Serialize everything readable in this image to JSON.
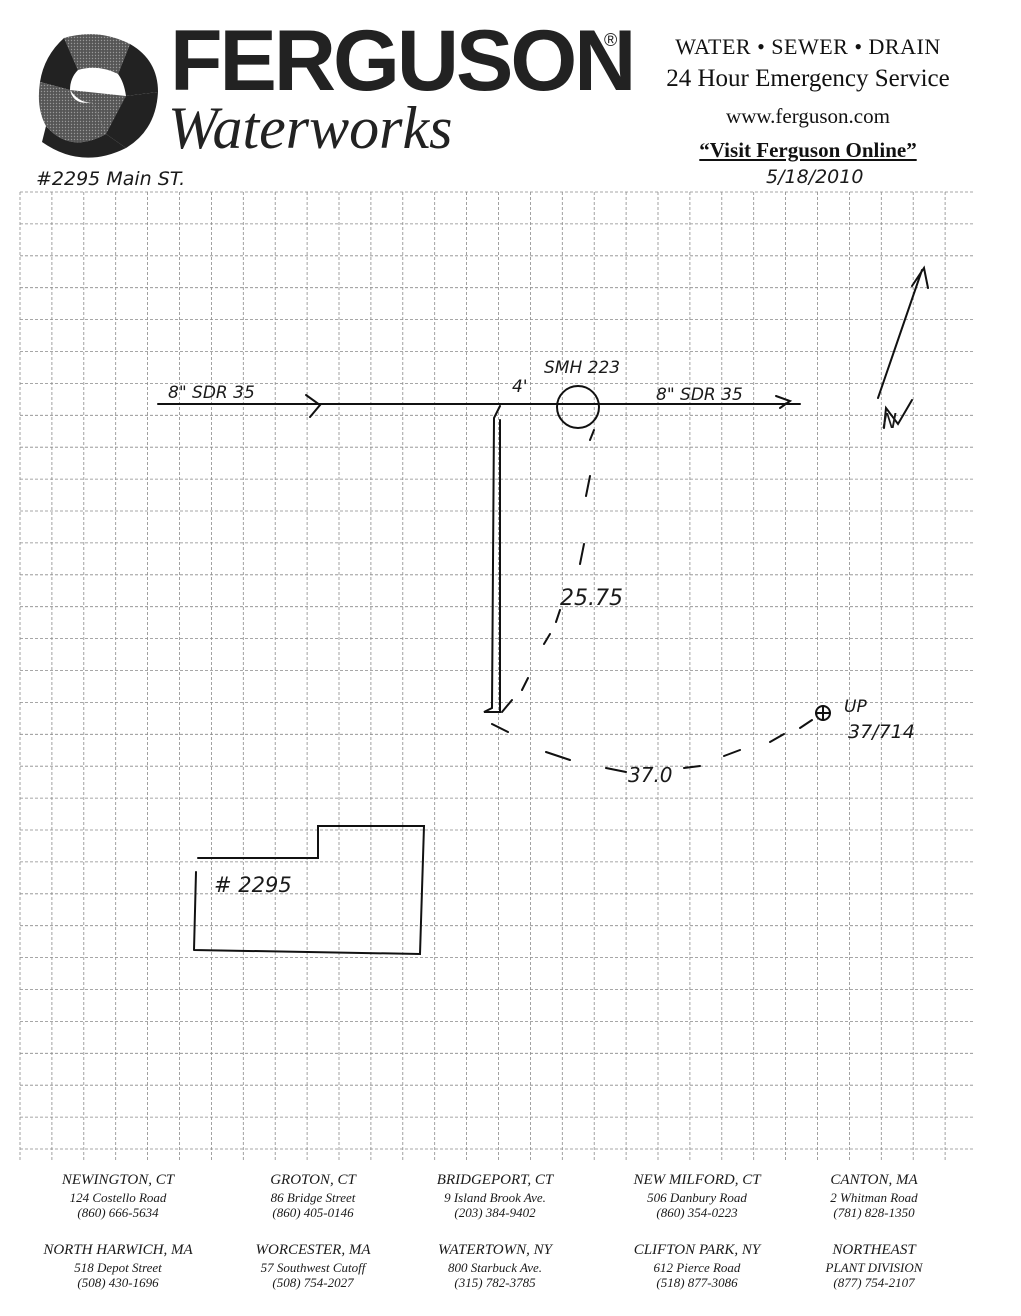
{
  "header": {
    "brand_name": "FERGUSON",
    "brand_reg": "®",
    "brand_sub": "Waterworks",
    "services": "WATER • SEWER • DRAIN",
    "emergency": "24 Hour Emergency Service",
    "website": "www.ferguson.com",
    "visit": "“Visit Ferguson Online”",
    "logo_icon": "ferguson-checker-logo-icon"
  },
  "handwritten": {
    "address": "#2295 Main ST.",
    "date": "5/18/2010",
    "pipe_left": "8\" SDR 35",
    "pipe_right": "8\" SDR 35",
    "offset": "4'",
    "manhole": "SMH 223",
    "dist_vertical": "25.75",
    "dist_horizontal": "37.0",
    "utility_pole": "UP",
    "pole_number": "37/714",
    "north": "N",
    "house_label": "# 2295"
  },
  "footer": {
    "branches": [
      {
        "name": "NEWINGTON, CT",
        "address": "124 Costello Road",
        "phone": "(860) 666-5634"
      },
      {
        "name": "GROTON, CT",
        "address": "86 Bridge Street",
        "phone": "(860) 405-0146"
      },
      {
        "name": "BRIDGEPORT, CT",
        "address": "9 Island Brook Ave.",
        "phone": "(203) 384-9402"
      },
      {
        "name": "NEW MILFORD, CT",
        "address": "506 Danbury Road",
        "phone": "(860) 354-0223"
      },
      {
        "name": "CANTON, MA",
        "address": "2 Whitman Road",
        "phone": "(781) 828-1350"
      },
      {
        "name": "NORTH HARWICH, MA",
        "address": "518 Depot Street",
        "phone": "(508) 430-1696"
      },
      {
        "name": "WORCESTER, MA",
        "address": "57 Southwest Cutoff",
        "phone": "(508) 754-2027"
      },
      {
        "name": "WATERTOWN, NY",
        "address": "800 Starbuck Ave.",
        "phone": "(315) 782-3785"
      },
      {
        "name": "CLIFTON PARK, NY",
        "address": "612 Pierce Road",
        "phone": "(518) 877-3086"
      },
      {
        "name": "NORTHEAST",
        "address": "PLANT DIVISION",
        "phone": "(877) 754-2107"
      }
    ]
  }
}
